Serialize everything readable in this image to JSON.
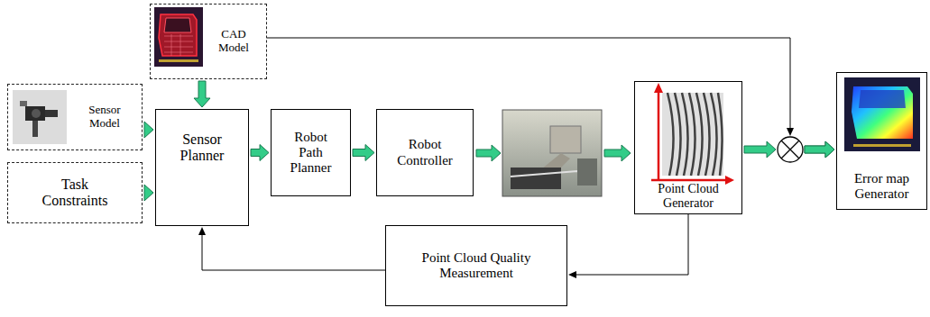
{
  "diagram": {
    "nodes": [
      {
        "text": [
          "CAD Model"
        ]
      },
      {
        "text": [
          "Sensor Model"
        ]
      },
      {
        "text": [
          "Task Constraints"
        ]
      },
      {
        "text": [
          "Sensor Planner"
        ]
      },
      {
        "text": [
          "Robot Path Planner"
        ]
      },
      {
        "text": [
          "Robot Controller"
        ]
      },
      {
        "text": [
          "Point Cloud Generator"
        ]
      },
      {
        "text": [
          "Error map Generator"
        ]
      },
      {
        "text": [
          "Point Cloud Quality Measurement"
        ]
      }
    ],
    "edges": [
      {
        "from": 0,
        "to": 3,
        "arrow": "to"
      },
      {
        "from": 1,
        "to": 3,
        "arrow": "to"
      },
      {
        "from": 2,
        "to": 3,
        "arrow": "to"
      },
      {
        "from": 3,
        "to": 4,
        "arrow": "to"
      },
      {
        "from": 4,
        "to": 5,
        "arrow": "to"
      },
      {
        "from": 6,
        "to": 7,
        "arrow": "to"
      },
      {
        "from": 0,
        "to": 7,
        "arrow": "to"
      },
      {
        "from": 6,
        "to": 8,
        "arrow": "to"
      },
      {
        "from": 8,
        "to": 3,
        "arrow": "to"
      }
    ]
  }
}
